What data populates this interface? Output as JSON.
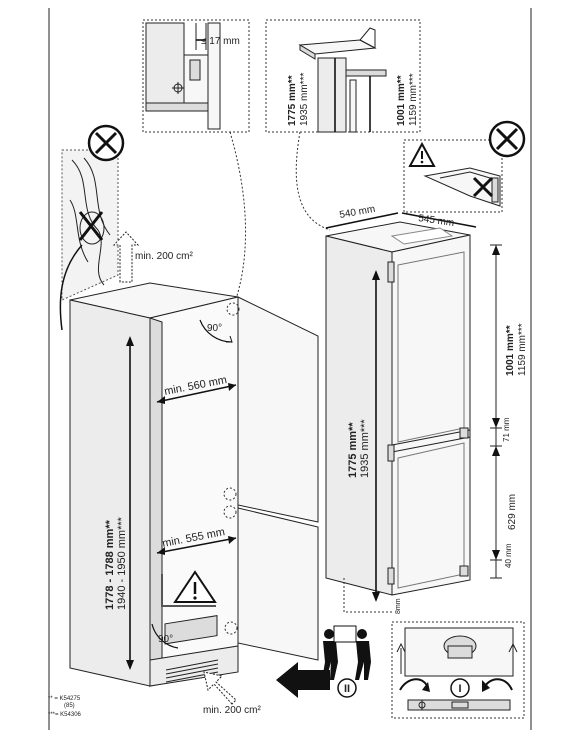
{
  "detail_top_left": {
    "gap_label": "≤ 17 mm"
  },
  "detail_top_right": {
    "h1_main": "1775 mm**",
    "h1_alt": "1935 mm***",
    "h2_main": "1001 mm**",
    "h2_alt": "1159 mm***"
  },
  "cabinet": {
    "vent_top_label": "min. 200 cm²",
    "vent_bottom_label": "min. 200 cm²",
    "width_upper_label": "min. 560 mm",
    "width_lower_label": "min. 555 mm",
    "height_main": "1778 - 1788 mm**",
    "height_alt": "1940 - 1950 mm***",
    "angle_top": "90°",
    "angle_bottom": "90°"
  },
  "fridge": {
    "width_label": "540 mm",
    "depth_label": "545 mm",
    "height_main": "1775 mm**",
    "height_alt": "1935 mm***",
    "upper_main": "1001 mm**",
    "upper_alt": "1159 mm***",
    "gap_label": "71 mm",
    "lower_label": "629 mm",
    "base_label": "40 mm",
    "foot_label": "8mm"
  },
  "legend": {
    "line1": "** = K54275",
    "line2": "(85)",
    "line3": "***= K54306"
  },
  "steps": {
    "step2": "II",
    "step1": "I"
  },
  "icons": [
    "prohibited-icon",
    "warning-icon",
    "two-person-lift-icon",
    "arrow-icon",
    "leveling-foot-icon"
  ]
}
